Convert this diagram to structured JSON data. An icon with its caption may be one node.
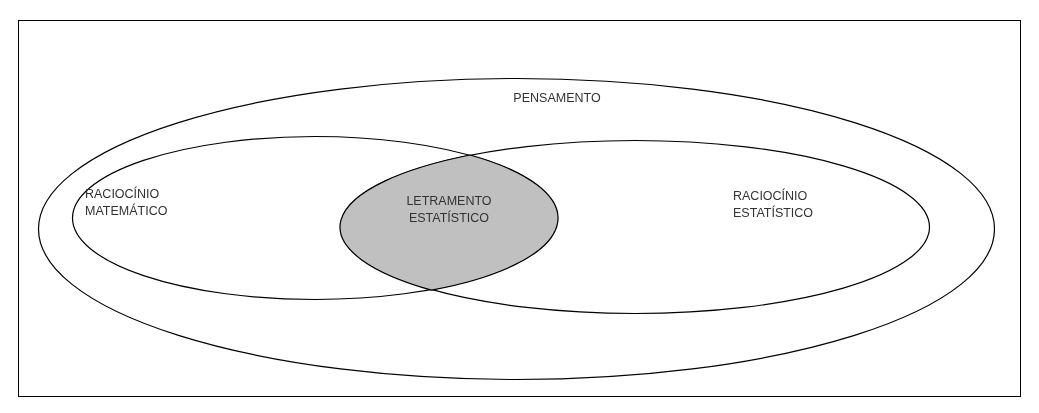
{
  "diagram": {
    "nodes": [
      {
        "text": [
          "PENSAMENTO"
        ]
      },
      {
        "text": [
          "RACIOCÍNIO MATEMÁTICO"
        ],
        "in": 0
      },
      {
        "text": [
          "RACIOCÍNIO ESTATÍSTICO"
        ],
        "in": 0
      },
      {
        "text": [
          "LETRAMENTO ESTATÍSTICO"
        ]
      }
    ]
  }
}
